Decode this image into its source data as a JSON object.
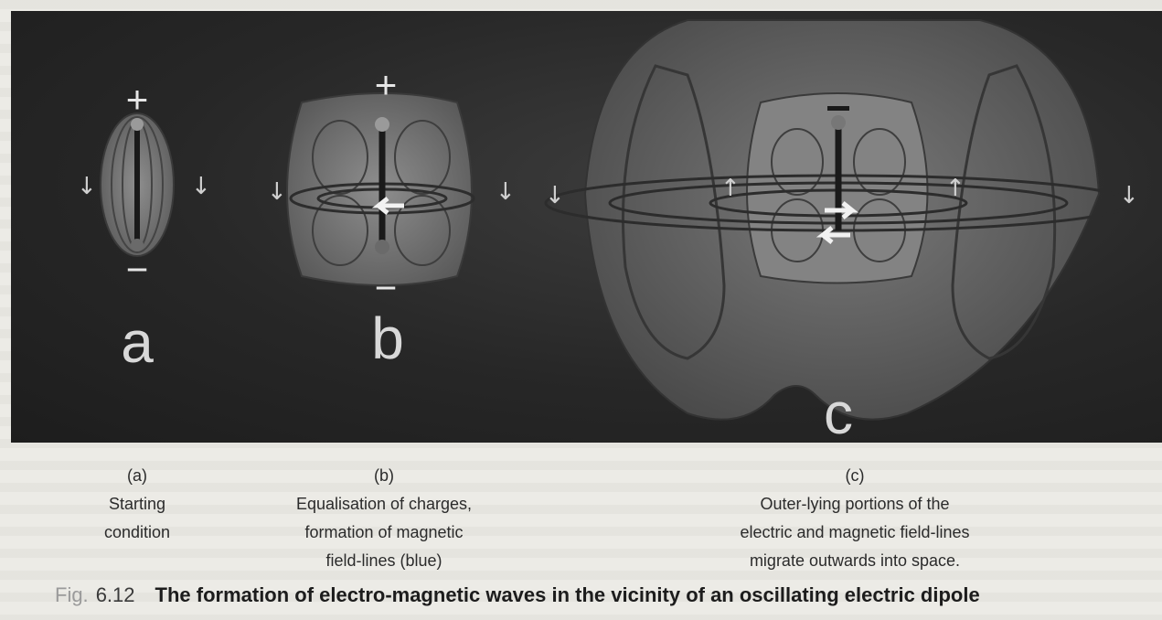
{
  "figure": {
    "symbols": {
      "plus": "+",
      "minus": "−"
    },
    "panel_letters": [
      "a",
      "b",
      "c"
    ]
  },
  "captions": [
    {
      "label": "(a)",
      "lines": [
        "Starting",
        "condition"
      ]
    },
    {
      "label": "(b)",
      "lines": [
        "Equalisation of charges,",
        "formation of magnetic",
        "field-lines (blue)"
      ]
    },
    {
      "label": "(c)",
      "lines": [
        "Outer-lying portions of the",
        "electric and magnetic field-lines",
        "migrate outwards into space."
      ]
    }
  ],
  "figure_caption": {
    "prefix": "Fig.",
    "number": "6.12",
    "title": "The formation of electro-magnetic waves in the vicinity of an oscillating electric dipole"
  }
}
